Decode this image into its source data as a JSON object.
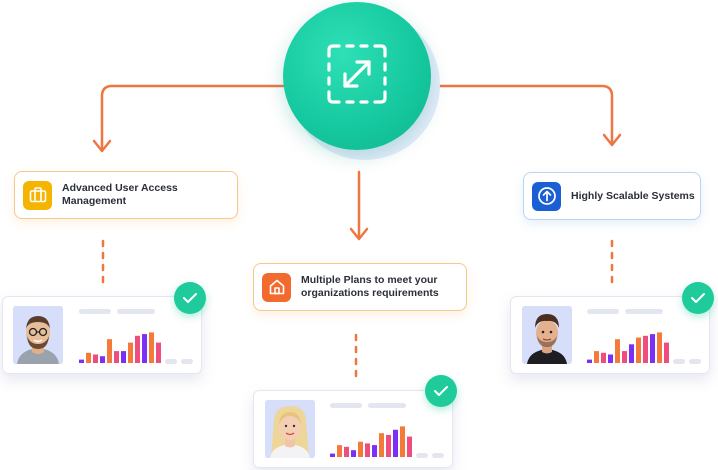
{
  "hub": {
    "icon": "resize-arrows-icon",
    "color": "#15c79e"
  },
  "connector_color": "#ee7640",
  "features": {
    "access_management": {
      "label": "Advanced User Access Management",
      "icon": "briefcase-icon",
      "color": "#f5b400"
    },
    "multiple_plans": {
      "label": "Multiple Plans to meet your organizations requirements",
      "icon": "home-icon",
      "color": "#f26a2e"
    },
    "scalable_systems": {
      "label": "Highly Scalable Systems",
      "icon": "arrow-up-circle-icon",
      "color": "#1b5fd4"
    }
  },
  "profiles": {
    "left": {
      "icon": "check-icon",
      "bar_levels": [
        0.1,
        0.3,
        0.25,
        0.2,
        0.7,
        0.35,
        0.35,
        0.6,
        0.8,
        0.85,
        0.9,
        0.6
      ]
    },
    "center": {
      "icon": "check-icon",
      "bar_levels": [
        0.1,
        0.35,
        0.3,
        0.2,
        0.45,
        0.4,
        0.35,
        0.7,
        0.65,
        0.8,
        0.9,
        0.6
      ]
    },
    "right": {
      "icon": "check-icon",
      "bar_levels": [
        0.1,
        0.35,
        0.3,
        0.25,
        0.7,
        0.35,
        0.55,
        0.75,
        0.8,
        0.85,
        0.9,
        0.6
      ]
    }
  },
  "bar_colors": [
    "#7b2ff7",
    "#f47a3a",
    "#ee4d7e"
  ]
}
